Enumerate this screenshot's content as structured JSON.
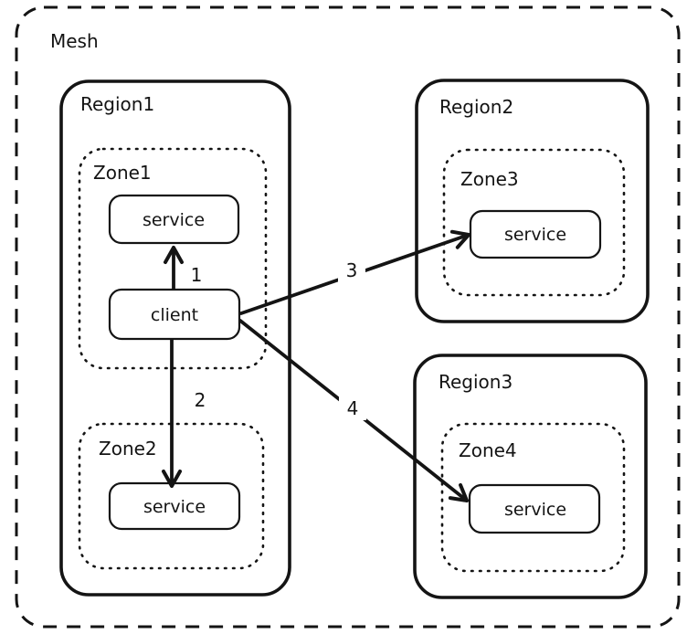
{
  "mesh": {
    "label": "Mesh"
  },
  "regions": [
    {
      "label": "Region1",
      "zones": [
        {
          "label": "Zone1",
          "nodes": [
            {
              "label": "service"
            },
            {
              "label": "client"
            }
          ]
        },
        {
          "label": "Zone2",
          "nodes": [
            {
              "label": "service"
            }
          ]
        }
      ]
    },
    {
      "label": "Region2",
      "zones": [
        {
          "label": "Zone3",
          "nodes": [
            {
              "label": "service"
            }
          ]
        }
      ]
    },
    {
      "label": "Region3",
      "zones": [
        {
          "label": "Zone4",
          "nodes": [
            {
              "label": "service"
            }
          ]
        }
      ]
    }
  ],
  "edges": [
    {
      "label": "1",
      "from": "client",
      "to": "Zone1 service"
    },
    {
      "label": "2",
      "from": "client",
      "to": "Zone2 service"
    },
    {
      "label": "3",
      "from": "client",
      "to": "Zone3 service"
    },
    {
      "label": "4",
      "from": "client",
      "to": "Zone4 service"
    }
  ],
  "colors": {
    "stroke": "#141414",
    "background": "#ffffff"
  }
}
